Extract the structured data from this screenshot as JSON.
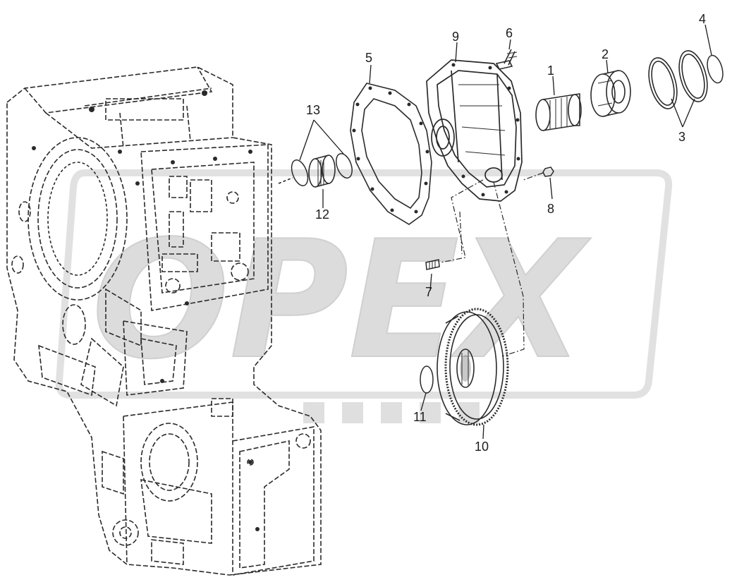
{
  "watermark": {
    "text": "OPEX",
    "color": "#d6d6d6"
  },
  "colors": {
    "ink": "#2a2a2a",
    "paper": "#ffffff"
  },
  "callouts": [
    {
      "id": "1",
      "text": "1"
    },
    {
      "id": "2",
      "text": "2"
    },
    {
      "id": "3",
      "text": "3"
    },
    {
      "id": "4",
      "text": "4"
    },
    {
      "id": "5",
      "text": "5"
    },
    {
      "id": "6",
      "text": "6"
    },
    {
      "id": "7",
      "text": "7"
    },
    {
      "id": "8",
      "text": "8"
    },
    {
      "id": "9",
      "text": "9"
    },
    {
      "id": "10",
      "text": "10"
    },
    {
      "id": "11",
      "text": "11"
    },
    {
      "id": "12",
      "text": "12"
    },
    {
      "id": "13",
      "text": "13"
    }
  ]
}
